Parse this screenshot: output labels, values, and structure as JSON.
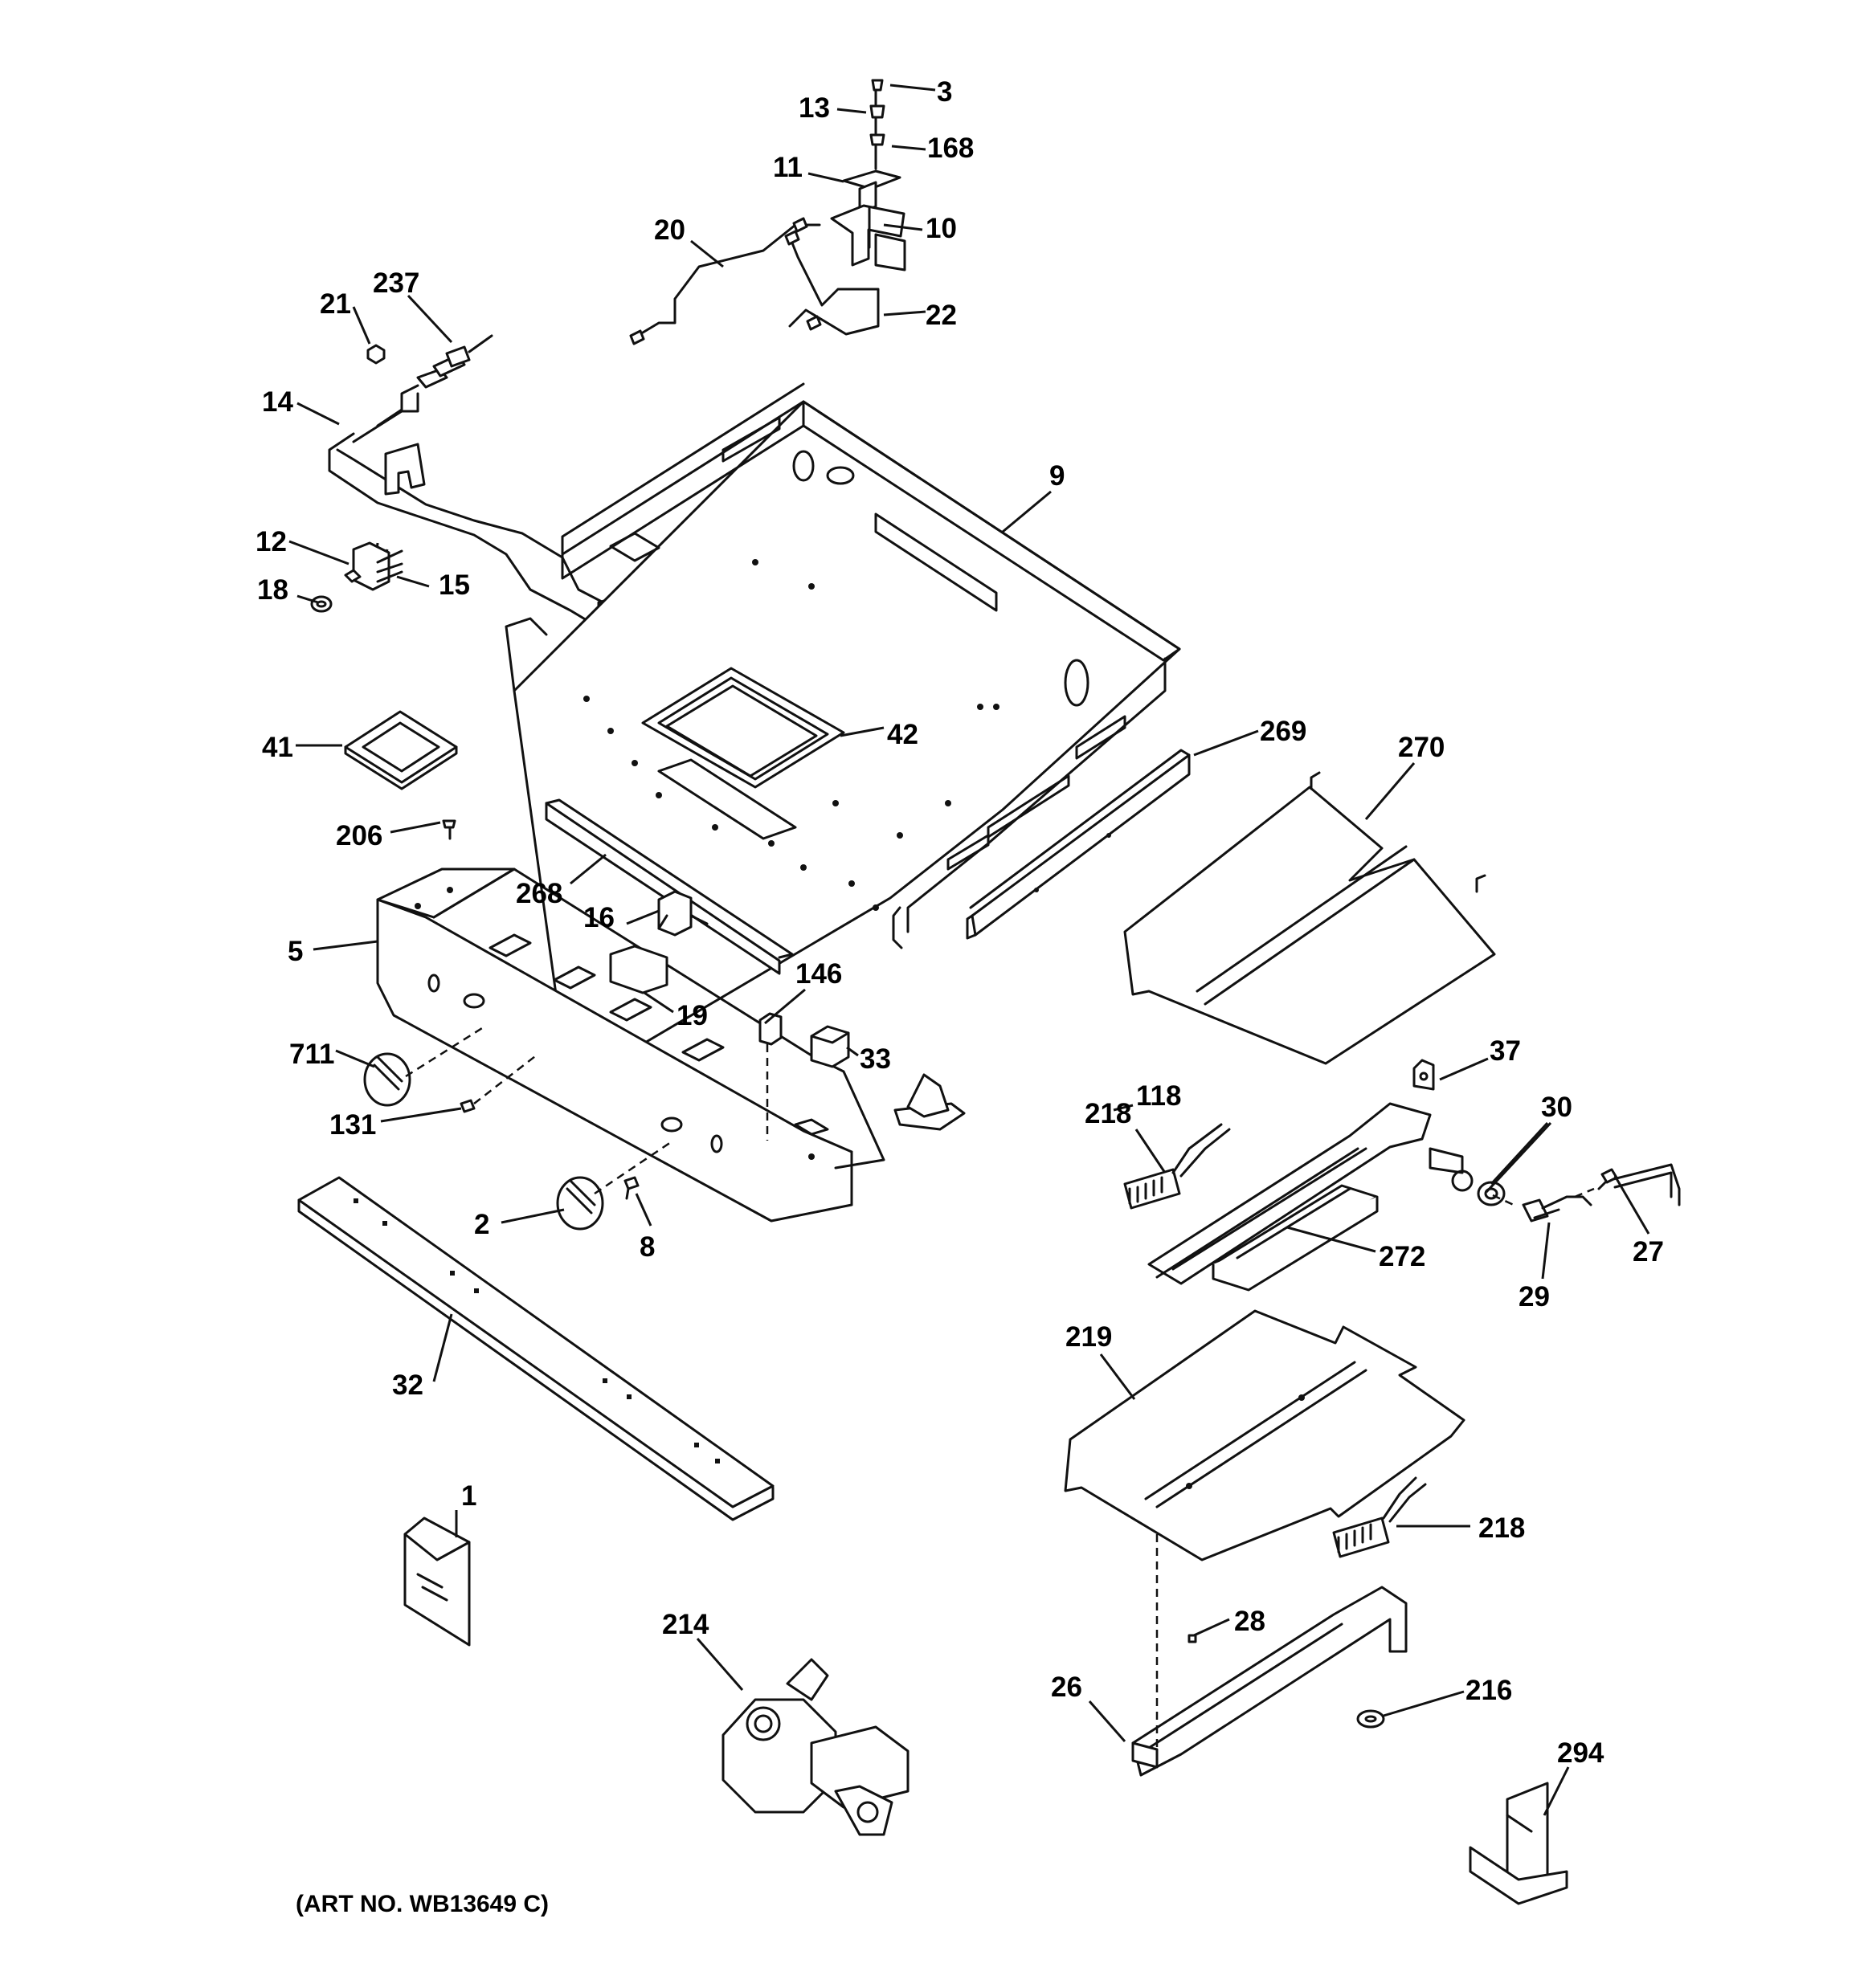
{
  "caption": "(ART NO. WB13649 C)",
  "callouts": {
    "c1": "1",
    "c2": "2",
    "c3": "3",
    "c5": "5",
    "c8": "8",
    "c9": "9",
    "c10": "10",
    "c11": "11",
    "c12": "12",
    "c13": "13",
    "c14": "14",
    "c15": "15",
    "c16": "16",
    "c18": "18",
    "c19": "19",
    "c20": "20",
    "c21": "21",
    "c22": "22",
    "c26": "26",
    "c27": "27",
    "c28": "28",
    "c29": "29",
    "c30": "30",
    "c32": "32",
    "c33": "33",
    "c37": "37",
    "c41": "41",
    "c42": "42",
    "c118": "118",
    "c131": "131",
    "c146": "146",
    "c168": "168",
    "c206": "206",
    "c214": "214",
    "c216": "216",
    "c218a": "218",
    "c218b": "218",
    "c219": "219",
    "c237": "237",
    "c268": "268",
    "c269": "269",
    "c270": "270",
    "c272": "272",
    "c294": "294",
    "c711": "711"
  }
}
